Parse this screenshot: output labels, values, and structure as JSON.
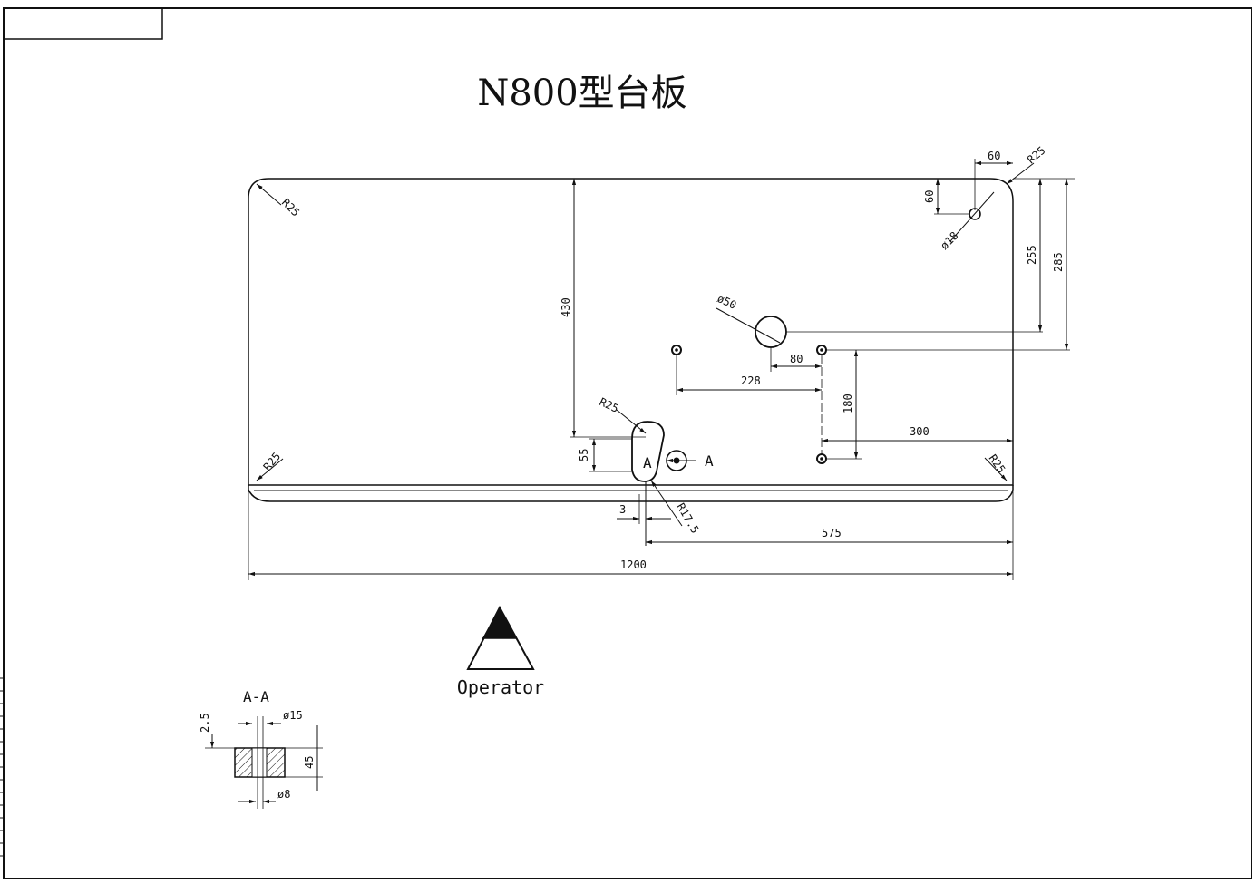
{
  "title": "N800型台板",
  "operator_label": "Operator",
  "section_label": "A-A",
  "section_marker": "A",
  "dimensions": {
    "overall_width": "1200",
    "pedal_offset": "575",
    "slot_height": "55",
    "slot_offset": "3",
    "slot_radius_top": "R25",
    "slot_radius_bottom": "R17.5",
    "depth_to_slot": "430",
    "corner_top_left": "R25",
    "corner_bottom_left": "R25",
    "corner_top_right": "R25",
    "corner_bottom_right": "R25",
    "hole_small_x": "60",
    "hole_small_y": "60",
    "hole_small_dia": "ø18",
    "hole_large_dia": "ø50",
    "hole_large_y": "255",
    "mount_y": "285",
    "hole_spacing_x": "80",
    "mount_spacing_x": "228",
    "mount_spacing_y": "180",
    "mount_offset_x": "300",
    "section_thickness": "45",
    "section_depth": "2.5",
    "section_dia_top": "ø15",
    "section_dia_bottom": "ø8"
  },
  "colors": {
    "line": "#111111",
    "paper": "#ffffff"
  }
}
